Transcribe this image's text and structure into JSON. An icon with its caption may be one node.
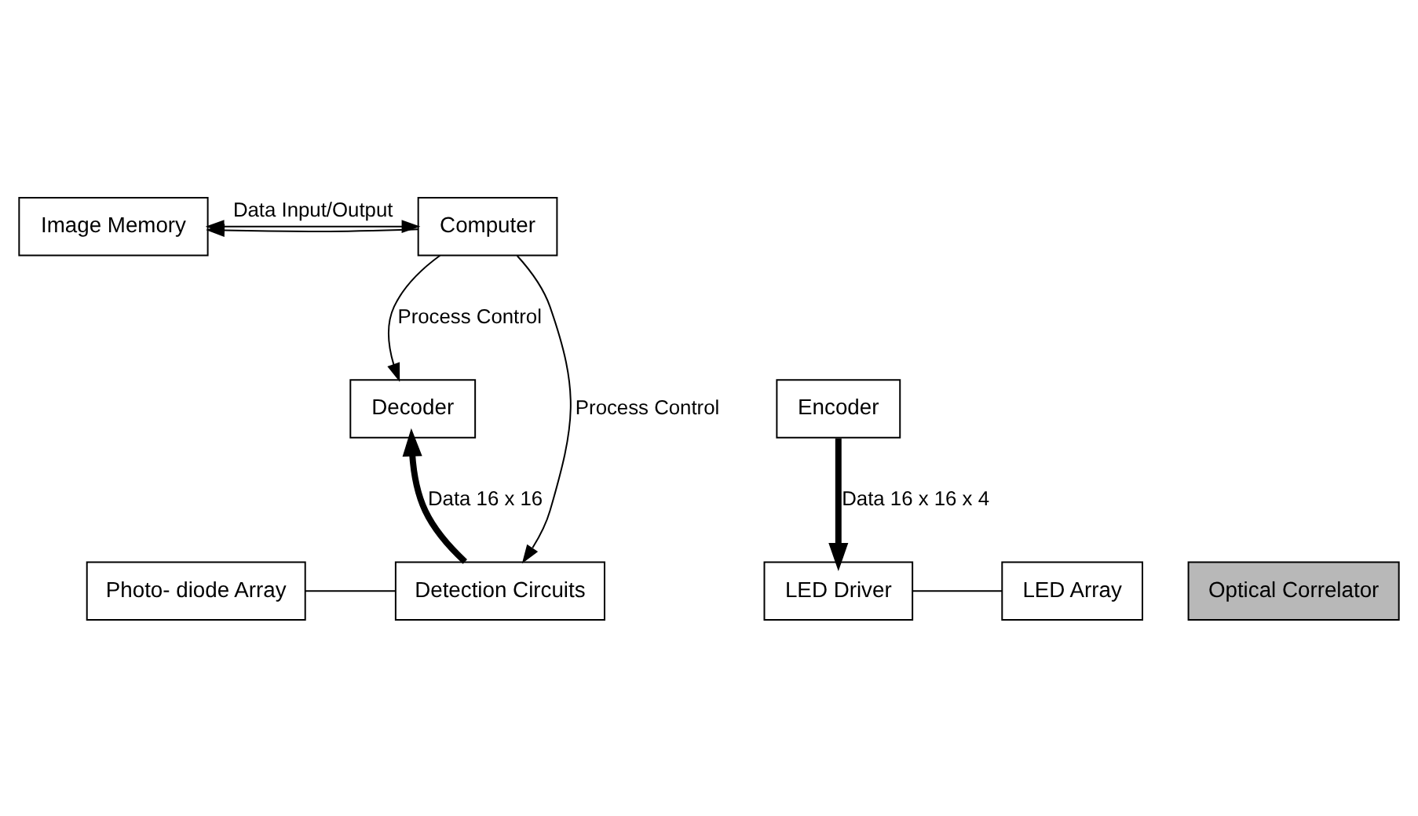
{
  "diagram": {
    "nodes": [
      {
        "text": [
          "Image Memory"
        ]
      },
      {
        "text": [
          "Computer"
        ]
      },
      {
        "text": [
          "Encoder"
        ]
      },
      {
        "text": [
          "Decoder"
        ]
      },
      {
        "text": [
          "LED Driver"
        ]
      },
      {
        "text": [
          "LED Array"
        ]
      },
      {
        "text": [
          "Optical Correlator"
        ]
      },
      {
        "text": [
          "Photo- diode Array"
        ]
      },
      {
        "text": [
          "Detection Circuits"
        ]
      }
    ],
    "edges": [
      {
        "from": 0,
        "to": 1,
        "arrow": "both",
        "label": "Data Input/Output"
      },
      {
        "from": 1,
        "to": 0,
        "arrow": "to"
      },
      {
        "from": 1,
        "to": 3,
        "arrow": "to",
        "label": "Process Control"
      },
      {
        "from": 1,
        "to": 8,
        "arrow": "to",
        "label": "Process Control"
      },
      {
        "from": 2,
        "to": 4,
        "arrow": "to",
        "label": "Data 16 x 16 x 4",
        "style": "thick"
      },
      {
        "from": 8,
        "to": 3,
        "arrow": "to",
        "label": "Data 16 x 16",
        "style": "thick"
      },
      {
        "from": 4,
        "to": 5,
        "arrow": "none"
      },
      {
        "from": 7,
        "to": 8,
        "arrow": "none"
      }
    ]
  }
}
